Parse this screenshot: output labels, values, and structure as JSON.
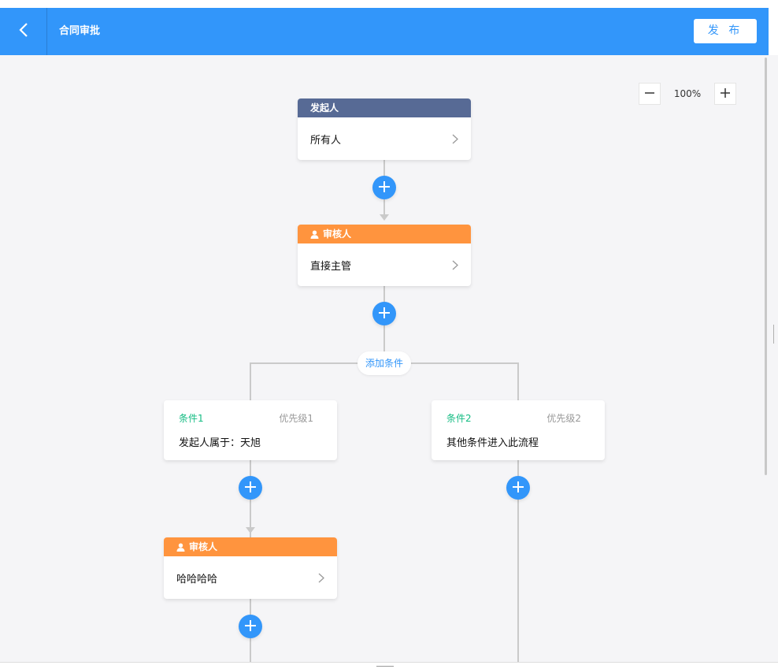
{
  "header": {
    "title": "合同审批",
    "publish_label": "发 布",
    "back_icon": "chevron-left-icon"
  },
  "zoom": {
    "level": "100%",
    "minus_icon": "minus-icon",
    "plus_icon": "plus-icon"
  },
  "flow": {
    "start_node": {
      "header": "发起人",
      "body": "所有人"
    },
    "approver_1": {
      "header": "审核人",
      "body": "直接主管"
    },
    "add_condition_label": "添加条件",
    "conditions": [
      {
        "title": "条件1",
        "priority": "优先级1",
        "content": "发起人属于：天旭"
      },
      {
        "title": "条件2",
        "priority": "优先级2",
        "content": "其他条件进入此流程"
      }
    ],
    "approver_2": {
      "header": "审核人",
      "body": "哈哈哈哈"
    }
  },
  "colors": {
    "brand": "#3296fa",
    "start_header": "#576a95",
    "approver_header": "#ff943e",
    "condition_title": "#15bc83",
    "canvas": "#f5f5f7"
  }
}
